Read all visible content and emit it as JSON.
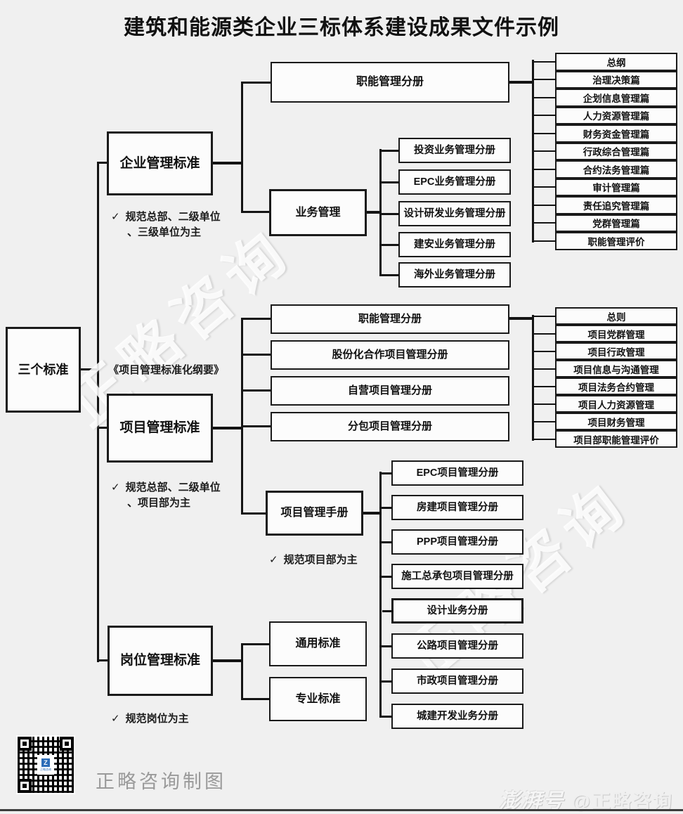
{
  "title": "建筑和能源类企业三标体系建设成果文件示例",
  "check_glyph": "✓",
  "root_label": "三个标准",
  "enterprise": {
    "label": "企业管理标准",
    "note": [
      "规范总部、二级单位",
      "、三级单位为主"
    ],
    "functional_volume": "职能管理分册",
    "functional_items": [
      "总纲",
      "治理决策篇",
      "企划信息管理篇",
      "人力资源管理篇",
      "财务资金管理篇",
      "行政综合管理篇",
      "合约法务管理篇",
      "审计管理篇",
      "责任追究管理篇",
      "党群管理篇",
      "职能管理评价"
    ],
    "business": {
      "label": "业务管理",
      "items": [
        "投资业务管理分册",
        "EPC业务管理分册",
        "设计研发业务管理分册",
        "建安业务管理分册",
        "海外业务管理分册"
      ]
    }
  },
  "project": {
    "label": "项目管理标准",
    "outline": "《项目管理标准化纲要》",
    "note": [
      "规范总部、二级单位",
      "、项目部为主"
    ],
    "volumes": [
      "职能管理分册",
      "股份化合作项目管理分册",
      "自营项目管理分册",
      "分包项目管理分册"
    ],
    "functional_items": [
      "总则",
      "项目党群管理",
      "项目行政管理",
      "项目信息与沟通管理",
      "项目法务合约管理",
      "项目人力资源管理",
      "项目财务管理",
      "项目部职能管理评价"
    ],
    "manual": {
      "label": "项目管理手册",
      "note": "规范项目部为主",
      "items": [
        "EPC项目管理分册",
        "房建项目管理分册",
        "PPP项目管理分册",
        "施工总承包项目管理分册",
        "设计业务分册",
        "公路项目管理分册",
        "市政项目管理分册",
        "城建开发业务分册"
      ]
    }
  },
  "position": {
    "label": "岗位管理标准",
    "note": "规范岗位为主",
    "items": [
      "通用标准",
      "专业标准"
    ]
  },
  "footer": {
    "credit": "正略咨询制图",
    "platform_logo": "澎湃号",
    "account": "@正略咨询"
  },
  "watermark_text": "正略咨询",
  "colors": {
    "background": "#f0f0f0",
    "box_fill": "#fcfcfc",
    "line": "#141414",
    "credit_gray": "#9a9a9a",
    "qr_logo_blue": "#2b6cb8"
  }
}
